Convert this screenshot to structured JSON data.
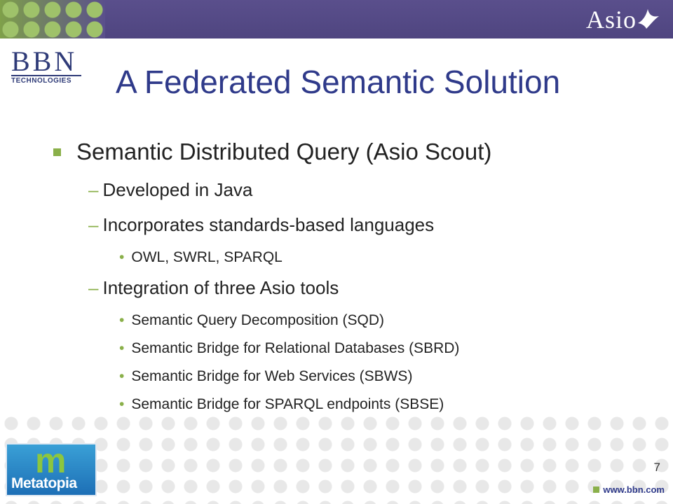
{
  "header": {
    "brand_logo": "Asio",
    "company_logo_letters": "BBN",
    "company_logo_sub": "TECHNOLOGIES"
  },
  "title": "A Federated Semantic Solution",
  "bullets": {
    "main": "Semantic Distributed Query (Asio Scout)",
    "sub1": "Developed in Java",
    "sub2": "Incorporates standards-based languages",
    "sub2_items": [
      "OWL, SWRL, SPARQL"
    ],
    "sub3": "Integration of three Asio tools",
    "sub3_items": [
      "Semantic Query Decomposition (SQD)",
      "Semantic Bridge for Relational Databases (SBRD)",
      "Semantic Bridge for Web Services (SBWS)",
      "Semantic Bridge for SPARQL endpoints (SBSE)"
    ]
  },
  "footer": {
    "metatopia_logo_letter": "m",
    "metatopia_logo_text": "Metatopia",
    "page_number": "7",
    "url": "www.bbn.com"
  },
  "colors": {
    "banner": "#5a4f8c",
    "title": "#2f3a8a",
    "accent": "#8ab04a"
  }
}
